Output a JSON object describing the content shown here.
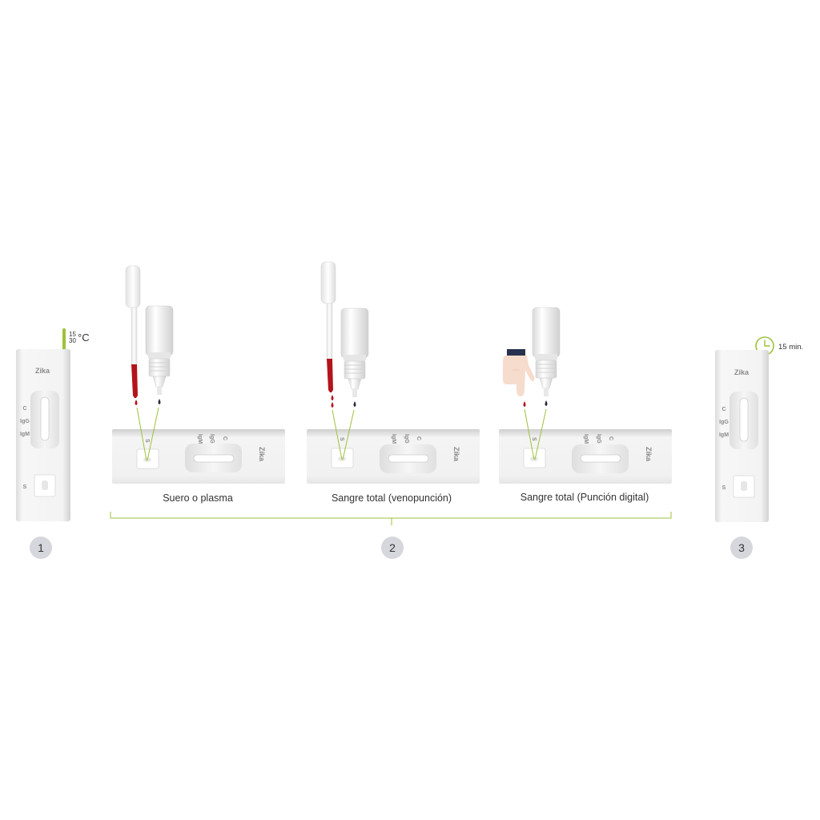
{
  "step1": {
    "cassette_title": "Zika",
    "line_c": "C",
    "line_igg": "IgG",
    "line_igm": "IgM",
    "sample_label": "S",
    "temp_min": "15",
    "temp_max": "30",
    "temp_unit": "°C",
    "step_number": "1"
  },
  "step2": {
    "panels": [
      {
        "caption": "Suero o plasma",
        "title": "Zika",
        "line_c": "C",
        "line_igg": "IgG",
        "line_igm": "IgM",
        "sample_label": "S"
      },
      {
        "caption": "Sangre total (venopunción)",
        "title": "Zika",
        "line_c": "C",
        "line_igg": "IgG",
        "line_igm": "IgM",
        "sample_label": "S"
      },
      {
        "caption": "Sangre total (Punción digital)",
        "title": "Zika",
        "line_c": "C",
        "line_igg": "IgG",
        "line_igm": "IgM",
        "sample_label": "S"
      }
    ],
    "step_number": "2"
  },
  "step3": {
    "cassette_title": "Zika",
    "line_c": "C",
    "line_igg": "IgG",
    "line_igm": "IgM",
    "sample_label": "S",
    "time": "15 min.",
    "step_number": "3"
  },
  "colors": {
    "accent_green": "#9dc23b",
    "blood_red": "#b3141c",
    "dark_drop": "#2a2d3a",
    "badge_gray": "#d6d7dc",
    "cassette_text": "#8a8a8a",
    "sleeve_navy": "#27324f",
    "skin": "#f6dccd"
  },
  "icons": {
    "thermometer": "thermometer-icon",
    "clock": "clock-icon",
    "pipette": "pipette-icon",
    "dropper_bottle": "dropper-bottle-icon",
    "finger": "finger-icon"
  }
}
